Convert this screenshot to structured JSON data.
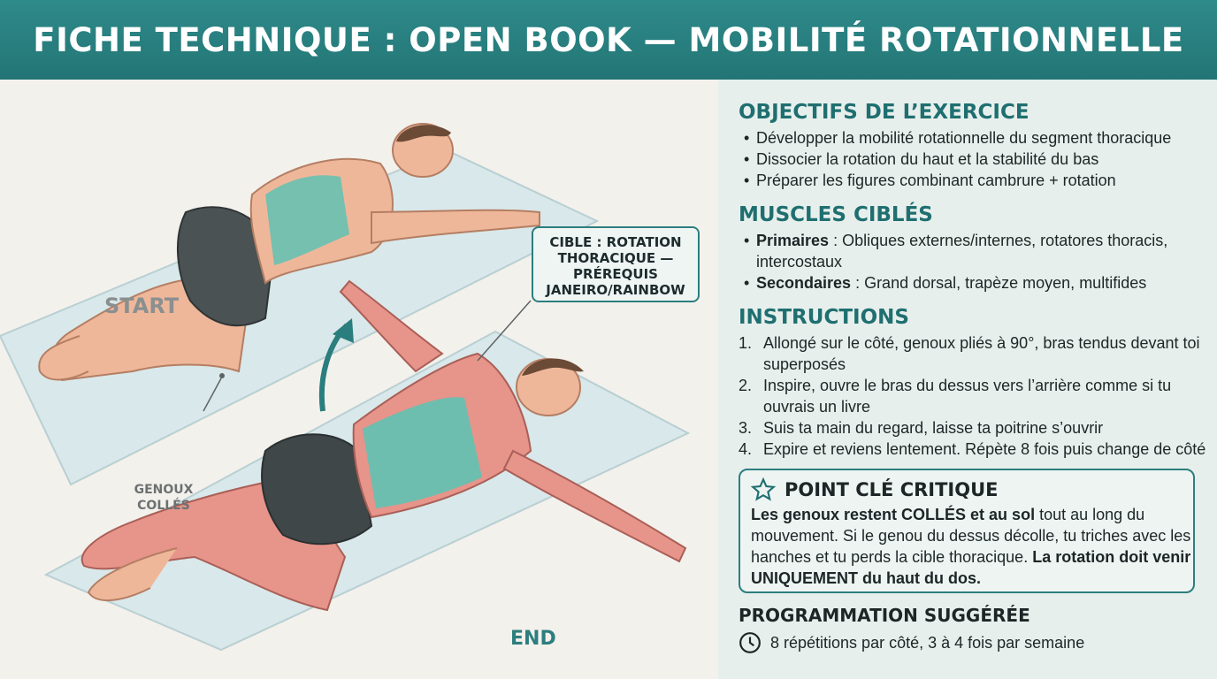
{
  "header": {
    "title": "FICHE TECHNIQUE : OPEN BOOK — MOBILITÉ ROTATIONNELLE"
  },
  "illustration": {
    "start_label": "START",
    "end_label": "END",
    "knees_label": [
      "GENOUX",
      "COLLÉS"
    ],
    "callout": [
      "CIBLE : ROTATION",
      "THORACIQUE —",
      "PRÉREQUIS",
      "JANEIRO/RAINBOW"
    ]
  },
  "objectives": {
    "title": "OBJECTIFS DE L’EXERCICE",
    "items": [
      "Développer la mobilité rotationnelle du segment thoracique",
      "Dissocier la rotation du haut et la stabilité du bas",
      "Préparer les figures combinant cambrure + rotation"
    ]
  },
  "muscles": {
    "title": "MUSCLES CIBLÉS",
    "primary_label": "Primaires",
    "primary_text": " : Obliques externes/internes, rotatores thoracis, intercostaux",
    "secondary_label": "Secondaires",
    "secondary_text": " : Grand dorsal, trapèze moyen, multifides"
  },
  "instructions": {
    "title": "INSTRUCTIONS",
    "steps": [
      {
        "n": "1.",
        "text": "Allongé sur le côté, genoux pliés à 90°, bras tendus devant toi superposés"
      },
      {
        "n": "2.",
        "text": "Inspire, ouvre le bras du dessus vers l’arrière comme si tu ouvrais un livre"
      },
      {
        "n": "3.",
        "text": "Suis ta main du regard, laisse ta poitrine s’ouvrir"
      },
      {
        "n": "4.",
        "text": "Expire et reviens lentement. Répète 8 fois puis change de côté"
      }
    ]
  },
  "key_point": {
    "title": "POINT CLÉ CRITIQUE",
    "bold1": "Les genoux restent COLLÉS et au sol",
    "text1": " tout au long du mouvement. Si le genou du dessus décolle, tu triches avec les hanches et tu perds la cible thoracique. ",
    "bold2": "La rotation doit venir UNIQUEMENT du haut du dos."
  },
  "programming": {
    "title": "PROGRAMMATION SUGGÉRÉE",
    "text": "8 répétitions par côté, 3 à 4 fois par semaine"
  },
  "colors": {
    "header": "#2a8080",
    "accent": "#1f6f70",
    "panel": "#e7efec",
    "muscle_teal": "#5fc2b3",
    "muscle_red": "#d9857e"
  }
}
